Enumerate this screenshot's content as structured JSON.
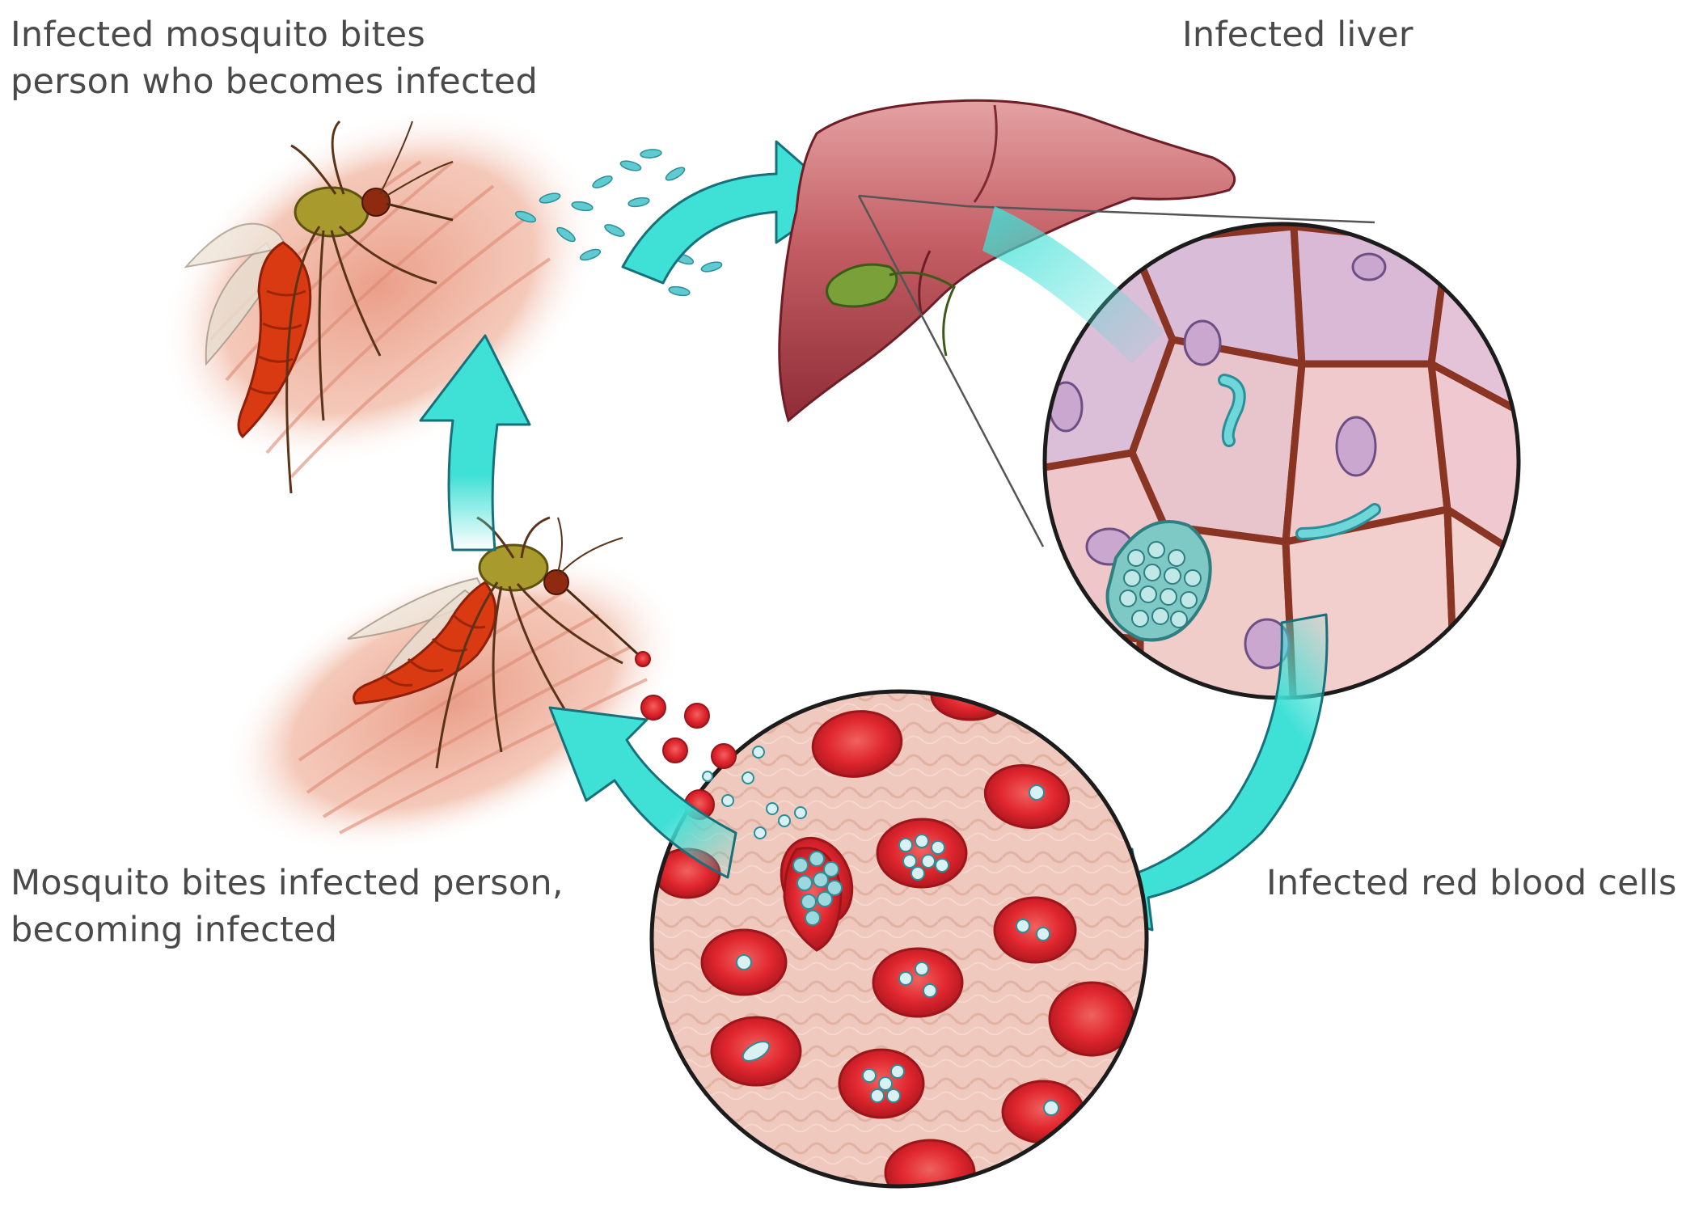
{
  "labels": {
    "mosquito_bites_person": {
      "line1": "Infected mosquito bites",
      "line2": "person who becomes infected"
    },
    "infected_liver": "Infected liver",
    "infected_red_blood_cells": "Infected red blood cells",
    "mosquito_bites_infected_person": {
      "line1": "Mosquito bites infected person,",
      "line2": "becoming infected"
    }
  },
  "colors": {
    "arrow": "#3fe0d6",
    "skin": "#efb39e",
    "liver": "#b8474f",
    "hepatocyte": "#efc8cf",
    "blood_plasma": "#efc9bd",
    "red_blood_cell": "#e0262e",
    "parasite": "#6fc3cf",
    "mosquito_body": "#d93a12"
  },
  "icons": {
    "mosquito_top": "mosquito-icon",
    "mosquito_bottom": "mosquito-icon",
    "liver": "liver-icon",
    "liver_cells": "liver-cells-icon",
    "blood_cells": "red-blood-cells-icon",
    "cycle_arrow": "cycle-arrow-icon"
  }
}
